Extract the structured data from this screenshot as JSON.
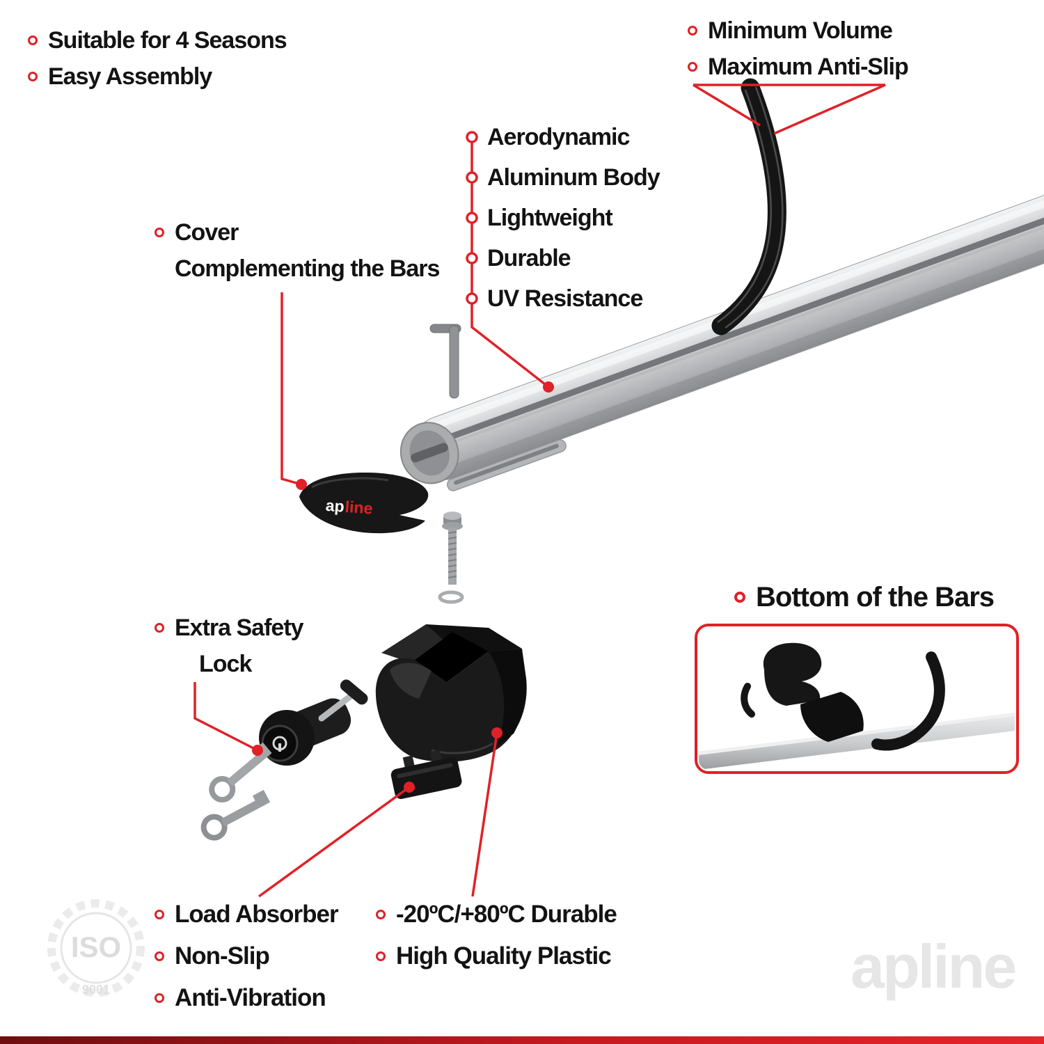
{
  "annotations": {
    "top_left": [
      "Suitable for 4 Seasons",
      "Easy Assembly"
    ],
    "top_right": [
      "Minimum Volume",
      "Maximum Anti-Slip"
    ],
    "bar_features": [
      "Aerodynamic",
      "Aluminum Body",
      "Lightweight",
      "Durable",
      "UV Resistance"
    ],
    "cover_line1": "Cover",
    "cover_line2": "Complementing the Bars",
    "lock_line1": "Extra Safety",
    "lock_line2": "Lock",
    "bottom_of_bars": "Bottom of the Bars",
    "bottom_left": [
      "Load Absorber",
      "Non-Slip",
      "Anti-Vibration"
    ],
    "bottom_mid": [
      "-20ºC/+80ºC Durable",
      "High Quality Plastic"
    ]
  },
  "branding": {
    "logo_ap": "ap",
    "logo_line": "line",
    "watermark_ap": "ap",
    "watermark_line": "line",
    "iso": "ISO",
    "iso_number": "9001"
  },
  "colors": {
    "accent": "#e02127",
    "text": "#131313",
    "bar_silver": "#c7c9cb",
    "watermark": "#e6e6e6"
  }
}
